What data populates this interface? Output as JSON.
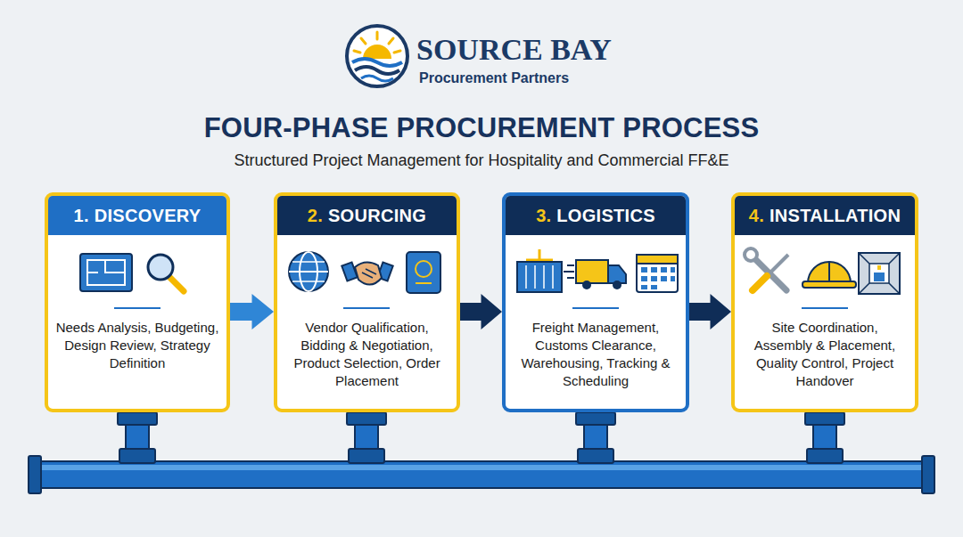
{
  "diagram": {
    "title": "FOUR-PHASE PROCUREMENT PROCESS",
    "caption": "Structured Project Management for Hospitality and Commercial FF&E",
    "nodes": [
      {
        "text": [
          "1. DISCOVERY",
          "Needs Analysis, Budgeting, Design Review, Strategy Definition"
        ]
      },
      {
        "text": [
          "2. SOURCING",
          "Vendor Qualification, Bidding & Negotiation, Product Selection, Order Placement"
        ]
      },
      {
        "text": [
          "3. LOGISTICS",
          "Freight Management, Customs Clearance, Warehousing, Tracking & Scheduling"
        ]
      },
      {
        "text": [
          "4. INSTALLATION",
          "Site Coordination, Assembly & Placement, Quality Control, Project Handover"
        ]
      }
    ],
    "edges": [
      {
        "from": 0,
        "to": 1,
        "arrow": "to"
      },
      {
        "from": 1,
        "to": 2,
        "arrow": "to"
      },
      {
        "from": 2,
        "to": 3,
        "arrow": "to"
      }
    ],
    "labels": [
      "SOURCE BAY",
      "Procurement Partners"
    ]
  }
}
